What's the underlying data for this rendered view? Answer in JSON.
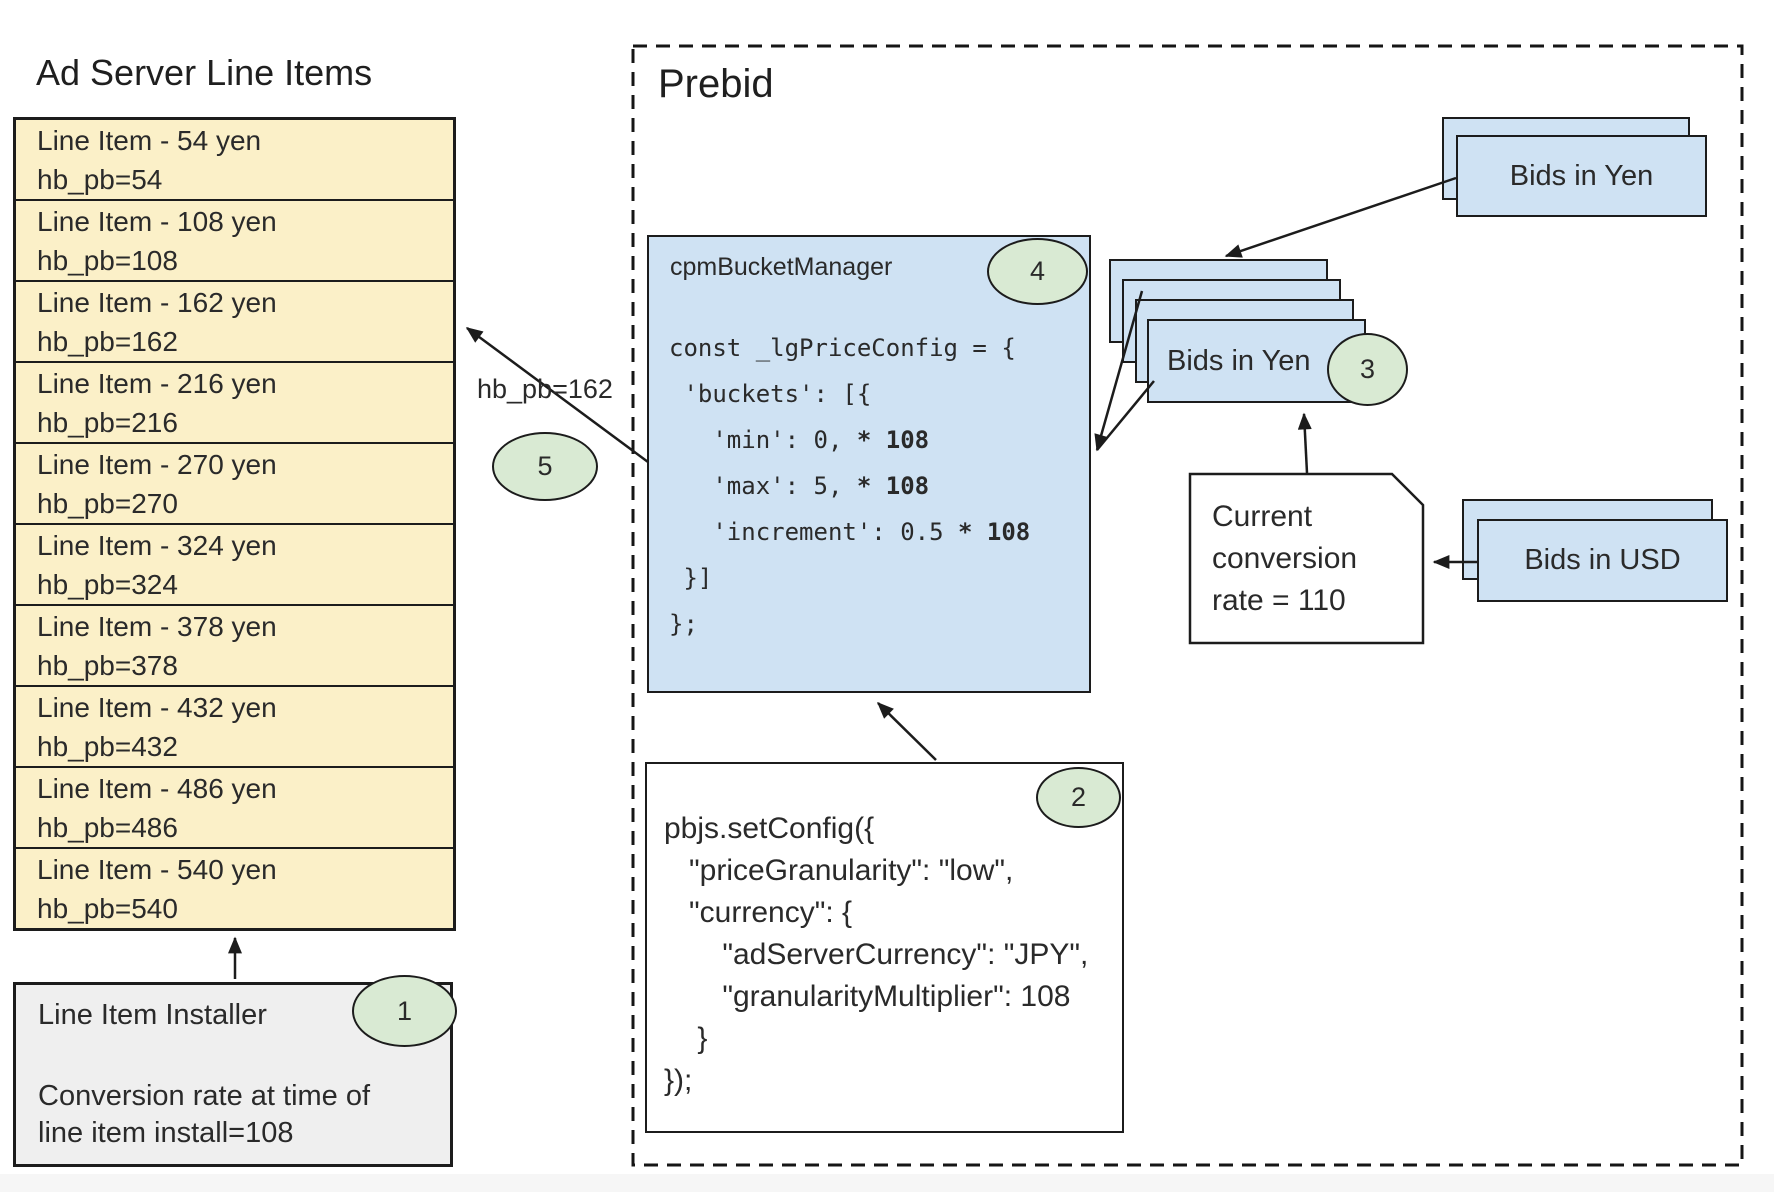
{
  "ad_server": {
    "title": "Ad Server Line Items",
    "line_items": [
      {
        "label": "Line Item - 54 yen",
        "hb_pb": "hb_pb=54"
      },
      {
        "label": "Line Item - 108 yen",
        "hb_pb": "hb_pb=108"
      },
      {
        "label": "Line Item - 162 yen",
        "hb_pb": "hb_pb=162"
      },
      {
        "label": "Line Item - 216 yen",
        "hb_pb": "hb_pb=216"
      },
      {
        "label": "Line Item - 270 yen",
        "hb_pb": "hb_pb=270"
      },
      {
        "label": "Line Item - 324 yen",
        "hb_pb": "hb_pb=324"
      },
      {
        "label": "Line Item - 378 yen",
        "hb_pb": "hb_pb=378"
      },
      {
        "label": "Line Item - 432 yen",
        "hb_pb": "hb_pb=432"
      },
      {
        "label": "Line Item - 486 yen",
        "hb_pb": "hb_pb=486"
      },
      {
        "label": "Line Item - 540 yen",
        "hb_pb": "hb_pb=540"
      }
    ],
    "installer": {
      "badge": "1",
      "title": "Line Item Installer",
      "note": [
        "Conversion rate at time of",
        "line item install=108"
      ]
    }
  },
  "prebid": {
    "title": "Prebid",
    "cpm_bucket_manager": {
      "badge": "4",
      "label": "cpmBucketManager",
      "code": [
        [
          {
            "t": "const _lgPriceConfig = {",
            "b": false
          }
        ],
        [
          {
            "t": " 'buckets': [{",
            "b": false
          }
        ],
        [
          {
            "t": "   'min': 0, ",
            "b": false
          },
          {
            "t": "* 108",
            "b": true
          }
        ],
        [
          {
            "t": "   'max': 5, ",
            "b": false
          },
          {
            "t": "* 108",
            "b": true
          }
        ],
        [
          {
            "t": "   'increment': 0.5 ",
            "b": false
          },
          {
            "t": "* 108",
            "b": true
          }
        ],
        [
          {
            "t": " }]",
            "b": false
          }
        ],
        [
          {
            "t": "};",
            "b": false
          }
        ]
      ]
    },
    "set_config": {
      "badge": "2",
      "code": [
        "pbjs.setConfig({",
        "   \"priceGranularity\": \"low\",",
        "   \"currency\": {",
        "       \"adServerCurrency\": \"JPY\",",
        "       \"granularityMultiplier\": 108",
        "    }",
        "});"
      ]
    },
    "bids_in_yen_top": "Bids in Yen",
    "bids_in_yen_stack": {
      "label": "Bids in Yen",
      "badge": "3"
    },
    "conversion_note": [
      "Current",
      "conversion",
      "rate = 110"
    ],
    "bids_in_usd": "Bids in USD",
    "arrow_label": "hb_pb=162",
    "arrow_badge": "5"
  },
  "colors": {
    "line_item_fill": "#fbf0c8",
    "card_fill": "#cfe2f3",
    "badge_fill": "#d9ead3",
    "installer_fill": "#efefef",
    "border": "#1c1c1c"
  }
}
